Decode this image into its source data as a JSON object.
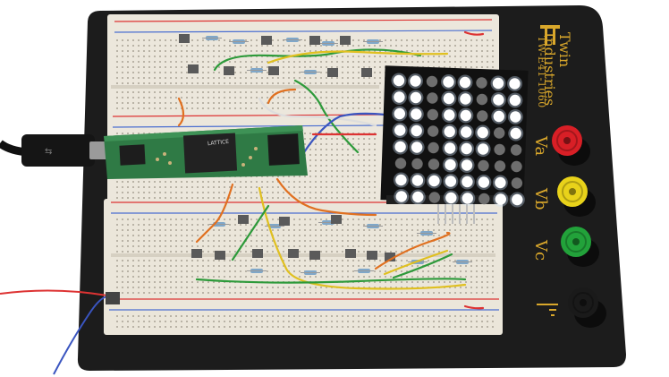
{
  "board": {
    "brand_name_line1": "Twin",
    "brand_name_line2": "Industries",
    "model": "TW-E41-1060"
  },
  "binding_posts": [
    {
      "label": "Va",
      "color": "#d81f26"
    },
    {
      "label": "Vb",
      "color": "#e8d21a"
    },
    {
      "label": "Vc",
      "color": "#22a23a"
    },
    {
      "label": "",
      "color": "#1a1a1a"
    }
  ],
  "fpga_module": {
    "chip_marking": "LATTICE"
  },
  "led_matrix": {
    "rows": 8,
    "cols": 8,
    "lit_color": "#ffffff",
    "unlit_color": "#6e6e6e",
    "pattern": [
      [
        1,
        1,
        0,
        1,
        1,
        0,
        1,
        1
      ],
      [
        1,
        1,
        0,
        1,
        1,
        0,
        1,
        1
      ],
      [
        1,
        1,
        0,
        1,
        1,
        0,
        1,
        1
      ],
      [
        1,
        1,
        0,
        1,
        1,
        1,
        0,
        1
      ],
      [
        1,
        1,
        0,
        1,
        1,
        1,
        0,
        0
      ],
      [
        0,
        0,
        0,
        1,
        1,
        0,
        0,
        0
      ],
      [
        1,
        1,
        1,
        1,
        1,
        1,
        1,
        0
      ],
      [
        1,
        1,
        0,
        1,
        1,
        0,
        1,
        1
      ]
    ]
  },
  "colors": {
    "base": "#1c1c1c",
    "breadboard": "#ece7dc",
    "brand": "#d9a72b",
    "pcb": "#2f7a45"
  }
}
